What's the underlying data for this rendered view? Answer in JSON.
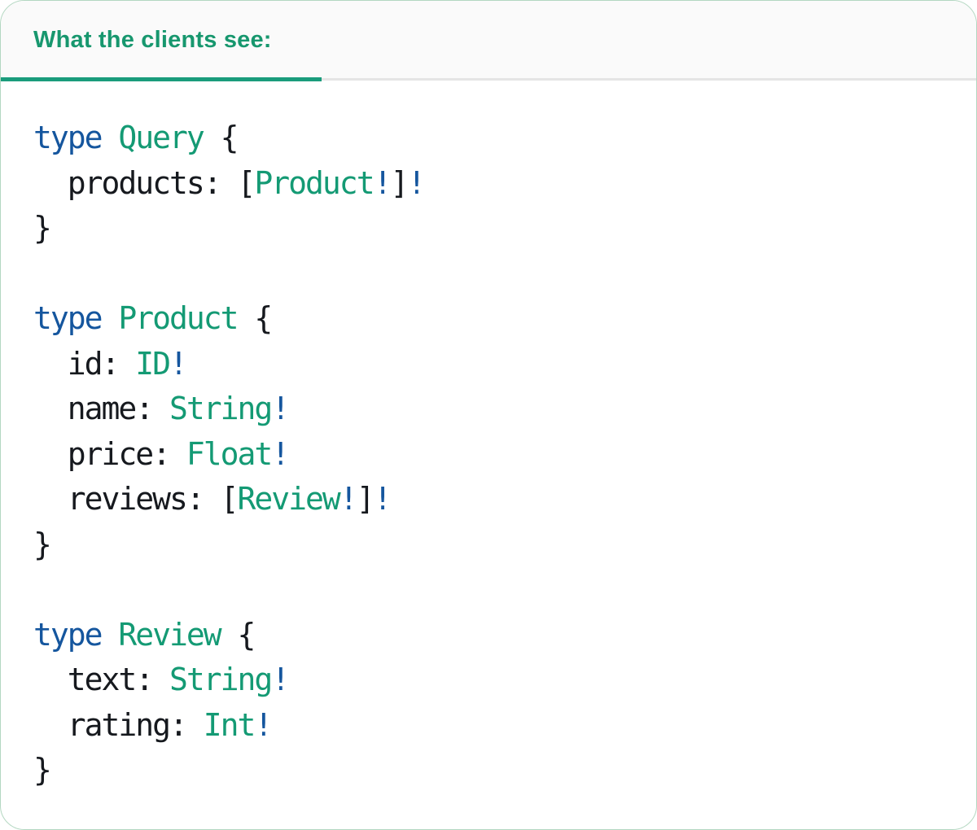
{
  "tab": {
    "label": "What the clients see:",
    "text_color": "#17976e",
    "underline_color": "#1a9c7c"
  },
  "panel": {
    "background": "#ffffff",
    "header_background": "#fafafa",
    "border_color": "#b3d7c1",
    "divider_color": "#e5e5e5"
  },
  "code": {
    "language": "graphql",
    "colors": {
      "plain": "#16191e",
      "keyword": "#15569e",
      "type": "#149a74"
    },
    "lines": [
      {
        "tokens": [
          {
            "t": "type ",
            "c": "keyword"
          },
          {
            "t": "Query",
            "c": "type"
          },
          {
            "t": " {",
            "c": "plain"
          }
        ]
      },
      {
        "tokens": [
          {
            "t": "  products: [",
            "c": "plain"
          },
          {
            "t": "Product",
            "c": "type"
          },
          {
            "t": "!",
            "c": "keyword"
          },
          {
            "t": "]",
            "c": "plain"
          },
          {
            "t": "!",
            "c": "keyword"
          }
        ]
      },
      {
        "tokens": [
          {
            "t": "}",
            "c": "plain"
          }
        ]
      },
      {
        "tokens": []
      },
      {
        "tokens": [
          {
            "t": "type ",
            "c": "keyword"
          },
          {
            "t": "Product",
            "c": "type"
          },
          {
            "t": " {",
            "c": "plain"
          }
        ]
      },
      {
        "tokens": [
          {
            "t": "  id: ",
            "c": "plain"
          },
          {
            "t": "ID",
            "c": "type"
          },
          {
            "t": "!",
            "c": "keyword"
          }
        ]
      },
      {
        "tokens": [
          {
            "t": "  name: ",
            "c": "plain"
          },
          {
            "t": "String",
            "c": "type"
          },
          {
            "t": "!",
            "c": "keyword"
          }
        ]
      },
      {
        "tokens": [
          {
            "t": "  price: ",
            "c": "plain"
          },
          {
            "t": "Float",
            "c": "type"
          },
          {
            "t": "!",
            "c": "keyword"
          }
        ]
      },
      {
        "tokens": [
          {
            "t": "  reviews: [",
            "c": "plain"
          },
          {
            "t": "Review",
            "c": "type"
          },
          {
            "t": "!",
            "c": "keyword"
          },
          {
            "t": "]",
            "c": "plain"
          },
          {
            "t": "!",
            "c": "keyword"
          }
        ]
      },
      {
        "tokens": [
          {
            "t": "}",
            "c": "plain"
          }
        ]
      },
      {
        "tokens": []
      },
      {
        "tokens": [
          {
            "t": "type ",
            "c": "keyword"
          },
          {
            "t": "Review",
            "c": "type"
          },
          {
            "t": " {",
            "c": "plain"
          }
        ]
      },
      {
        "tokens": [
          {
            "t": "  text: ",
            "c": "plain"
          },
          {
            "t": "String",
            "c": "type"
          },
          {
            "t": "!",
            "c": "keyword"
          }
        ]
      },
      {
        "tokens": [
          {
            "t": "  rating: ",
            "c": "plain"
          },
          {
            "t": "Int",
            "c": "type"
          },
          {
            "t": "!",
            "c": "keyword"
          }
        ]
      },
      {
        "tokens": [
          {
            "t": "}",
            "c": "plain"
          }
        ]
      }
    ]
  }
}
